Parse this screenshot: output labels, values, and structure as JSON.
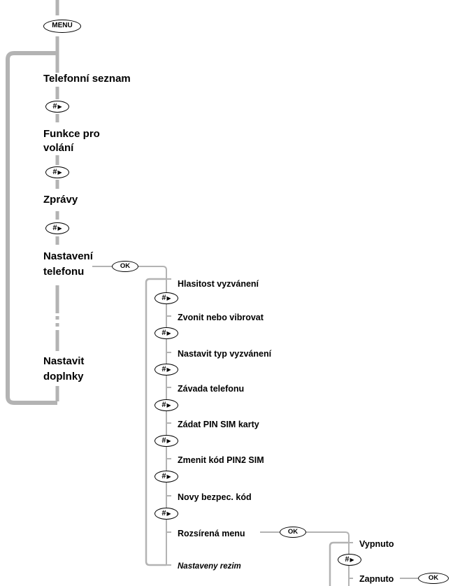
{
  "keys": {
    "menu": "MENU",
    "hash": "#",
    "arrow": "▶",
    "ok": "OK"
  },
  "main_menu": [
    "Telefonní seznam",
    "Funkce pro",
    "volání",
    "Zprávy",
    "Nastavení",
    "telefonu",
    "Nastavit",
    "doplnky"
  ],
  "phone_settings": [
    "Hlasitost vyzvánení",
    "Zvonit nebo vibrovat",
    "Nastavit typ vyzvánení",
    "Závada telefonu",
    "Zádat PIN SIM karty",
    "Zmenit kód PIN2 SIM",
    "Novy bezpec. kód",
    "Rozsírená menu",
    "Nastaveny rezim"
  ],
  "extended_menu": [
    "Vypnuto",
    "Zapnuto"
  ],
  "colors": {
    "connector": "#b3b3b3",
    "text": "#000000"
  }
}
